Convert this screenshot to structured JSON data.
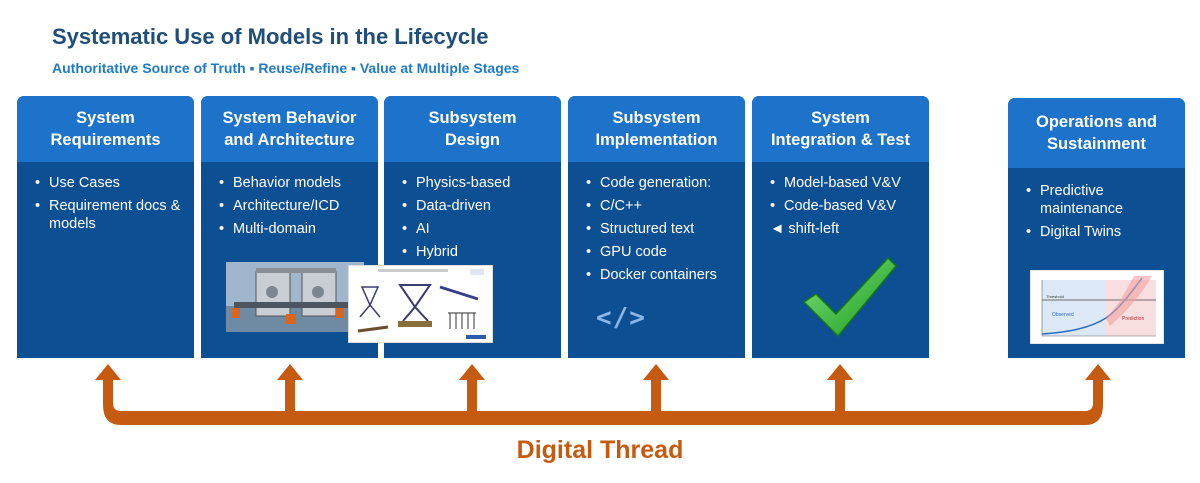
{
  "header": {
    "title": "Systematic Use of Models in the Lifecycle",
    "subtitle": "Authoritative Source of Truth ▪ Reuse/Refine ▪ Value at Multiple Stages"
  },
  "stages": [
    {
      "title_line1": "System",
      "title_line2": "Requirements",
      "items": [
        "Use Cases",
        "Requirement docs & models"
      ]
    },
    {
      "title_line1": "System Behavior",
      "title_line2": "and Architecture",
      "items": [
        "Behavior models",
        "Architecture/ICD",
        "Multi-domain"
      ]
    },
    {
      "title_line1": "Subsystem",
      "title_line2": "Design",
      "items": [
        "Physics-based",
        "Data-driven",
        "AI",
        "Hybrid"
      ]
    },
    {
      "title_line1": "Subsystem",
      "title_line2": "Implementation",
      "items": [
        "Code generation:",
        "C/C++",
        "Structured text",
        "GPU code",
        "Docker containers"
      ],
      "icon_text": "</>"
    },
    {
      "title_line1": "System",
      "title_line2": "Integration & Test",
      "items": [
        "Model-based V&V",
        "Code-based V&V",
        "◄ shift-left"
      ]
    },
    {
      "title_line1": "Operations and",
      "title_line2": "Sustainment",
      "items": [
        "Predictive maintenance",
        "Digital Twins"
      ]
    }
  ],
  "images": {
    "chart_labels": {
      "observed": "Observed",
      "prediction": "Prediction",
      "threshold": "Threshold"
    }
  },
  "digital_thread": {
    "label": "Digital Thread",
    "color": "#c55a11"
  },
  "colors": {
    "card_body": "#0d4f93",
    "card_header": "#1d72c9",
    "title": "#1f4e79",
    "subtitle": "#1f7ac7",
    "check": "#2db52d"
  }
}
